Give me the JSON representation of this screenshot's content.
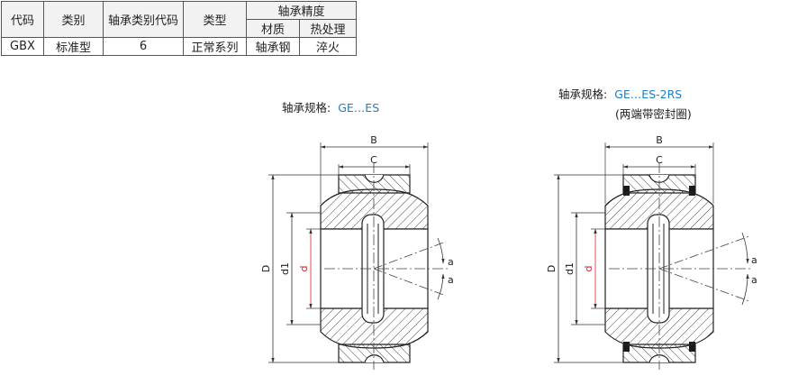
{
  "spec_table": {
    "headers": {
      "code": "代码",
      "category": "类别",
      "bearing_type_code": "轴承类别代码",
      "type": "类型",
      "precision": "轴承精度",
      "material": "材质",
      "heat_treatment": "热处理"
    },
    "row": {
      "code": "GBX",
      "category": "标准型",
      "bearing_type_code": "6",
      "type": "正常系列",
      "material": "轴承钢",
      "heat_treatment": "淬火"
    }
  },
  "drawings": [
    {
      "caption_label": "轴承规格:",
      "model": "GE…ES",
      "note": "",
      "dims": {
        "B": "B",
        "C": "C",
        "D": "D",
        "d1": "d1",
        "d": "d",
        "a1": "a",
        "a2": "a"
      }
    },
    {
      "caption_label": "轴承规格:",
      "model": "GE…ES-2RS",
      "note": "(两端带密封圈)",
      "dims": {
        "B": "B",
        "C": "C",
        "D": "D",
        "d1": "d1",
        "d": "d",
        "a1": "a",
        "a2": "a"
      }
    }
  ],
  "colors": {
    "accent_blue": "#1e7fc2",
    "dimension_red": "#d9262a",
    "seal_black": "#1a1a1a"
  }
}
